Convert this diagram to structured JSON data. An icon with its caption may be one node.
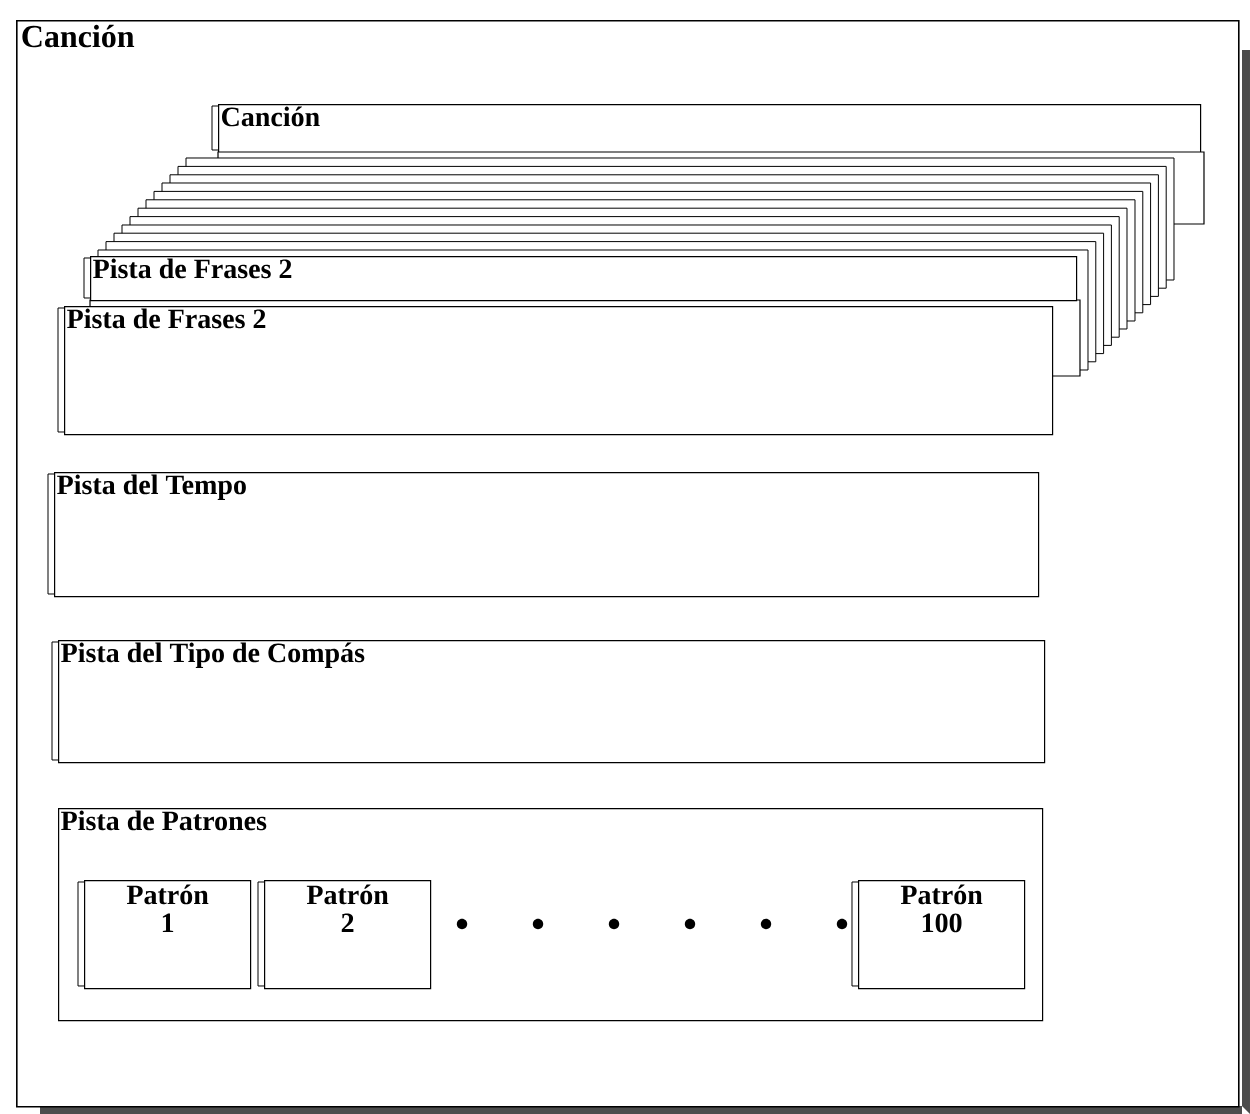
{
  "diagram": {
    "nodes": [
      {
        "text": [
          "Canción"
        ]
      },
      {
        "text": [
          "Canción"
        ],
        "in": 0
      },
      {
        "text": [
          "Pista de Frases 2"
        ],
        "in": 0
      },
      {
        "text": [
          "Pista de Frases 2"
        ],
        "in": 0
      },
      {
        "text": [
          "Pista del Tempo"
        ],
        "in": 0
      },
      {
        "text": [
          "Pista del Tipo de Compás"
        ],
        "in": 0
      },
      {
        "text": [
          "Pista de Patrones"
        ],
        "in": 0
      },
      {
        "text": [
          "Patrón 1"
        ],
        "in": 6
      },
      {
        "text": [
          "Patrón 2"
        ],
        "in": 6
      },
      {
        "text": [
          "Patrón 100"
        ],
        "in": 6
      }
    ],
    "edges": []
  }
}
